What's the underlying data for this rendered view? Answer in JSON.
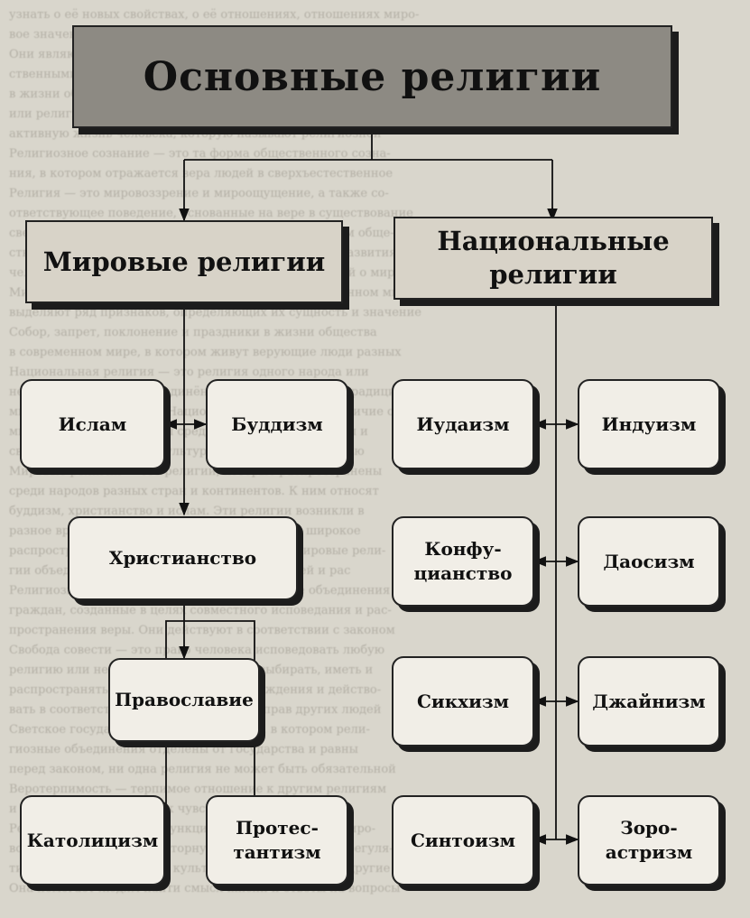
{
  "diagram": {
    "title": "Основные религии",
    "categories": {
      "world": "Мировые религии",
      "national": "Национальные\nрелигии"
    },
    "world_nodes": {
      "islam": "Ислам",
      "buddhism": "Буддизм",
      "christianity": "Христианство",
      "orthodoxy": "Православие",
      "catholicism": "Католицизм",
      "protestantism": "Протес-\nтантизм"
    },
    "national_nodes": {
      "judaism": "Иудаизм",
      "hinduism": "Индуизм",
      "confucianism": "Конфу-\nцианство",
      "taoism": "Даосизм",
      "sikhism": "Сикхизм",
      "jainism": "Джайнизм",
      "shintoism": "Синтоизм",
      "zoroastrianism": "Зоро-\nастризм"
    }
  },
  "background_text": [
    "узнать о её новых свойствах, о её отношениях, отношениях миро-",
    "вое значение. Их учение основано на вере в её свойства и их",
    "Они являются нормами поведения людей в обществе и государ-",
    "ственными, правовыми, нравственными и иными отношениями",
    "в жизни общества, в котором они существуют и развиваются",
    "или религией, т. е. верой в сверхъестественное, чем в",
    "активную жизнь человека, которую называют религиозной",
    "Религиозное сознание — это та форма общественного созна-",
    "ния, в котором отражается вера людей в сверхъестественное",
    "Религия — это мировоззрение и мироощущение, а также со-",
    "ответствующее поведение, основанные на вере в существование",
    "сверхъестественного. Религия является одной из форм обще-",
    "ственного сознания, она возникла на ранних этапах развития",
    "человечества. Религия отражает представления людей о мире.",
    "Мировые религии и национальные религии в современном мире",
    "выделяют ряд признаков, определяющих их сущность и значение",
    "Собор, запрет, поклонение и праздники в жизни общества",
    "в современном мире, в котором живут верующие люди разных",
    "Национальная религия — это религия одного народа или",
    "нескольких народов, объединённых общей историей, традиция-",
    "ми, языком и культурой. Национальные религии, в отличие от",
    "мировых, распространены среди народов одной страны и",
    "связаны с их историей, культурой и государственностью",
    "Мировые религии — это религии, которые распространены",
    "среди народов разных стран и континентов. К ним относят",
    "буддизм, христианство и ислам. Эти религии возникли в",
    "разное время и в разных странах, но получили широкое",
    "распространение среди народов всего мира. Мировые рели-",
    "гии объединяют людей разных национальностей и рас",
    "Религиозные организации — это добровольные объединения",
    "граждан, созданные в целях совместного исповедания и рас-",
    "пространения веры. Они действуют в соответствии с законом",
    "Свобода совести — это право человека исповедовать любую",
    "религию или не исповедовать никакой, выбирать, иметь и",
    "распространять религиозные и иные убеждения и действо-",
    "вать в соответствии с ними, не нарушая прав других людей",
    "Светское государство — это государство, в котором рели-",
    "гиозные объединения отделены от государства и равны",
    "перед законом, ни одна религия не может быть обязательной",
    "Веротерпимость — терпимое отношение к другим религиям",
    "и верованиям, уважение к чувствам верующих людей",
    "Религия выполняет ряд функций в жизни общества: миро-",
    "воззренческую, компенсаторную, коммуникативную, регуля-",
    "тивную, интегрирующую, культуротранслирующую и другие",
    "Она помогает людям найти смысл жизни и ответы на вопросы"
  ]
}
